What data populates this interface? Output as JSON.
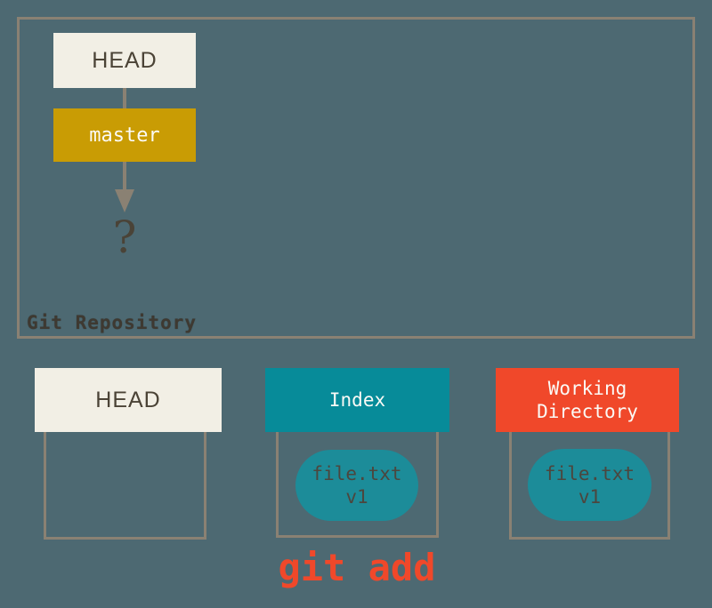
{
  "colors": {
    "background": "#4d6972",
    "outline": "#8a8173",
    "cream": "#f2efe5",
    "cream-text": "#4b4336",
    "gold": "#c99c04",
    "teal": "#078b99",
    "teal-pill": "#1c8c99",
    "red": "#f0482a",
    "dark-label": "#3e3931",
    "pill-text": "#4c463e",
    "white-text": "#fbfaf6"
  },
  "repository": {
    "label": "Git Repository",
    "head": "HEAD",
    "branch": "master",
    "unknown": "?"
  },
  "areas": {
    "head": {
      "title": "HEAD"
    },
    "index": {
      "title": "Index",
      "file": {
        "name": "file.txt",
        "version": "v1"
      }
    },
    "working_directory": {
      "title_line1": "Working",
      "title_line2": "Directory",
      "file": {
        "name": "file.txt",
        "version": "v1"
      }
    }
  },
  "command": {
    "label": "git add"
  }
}
